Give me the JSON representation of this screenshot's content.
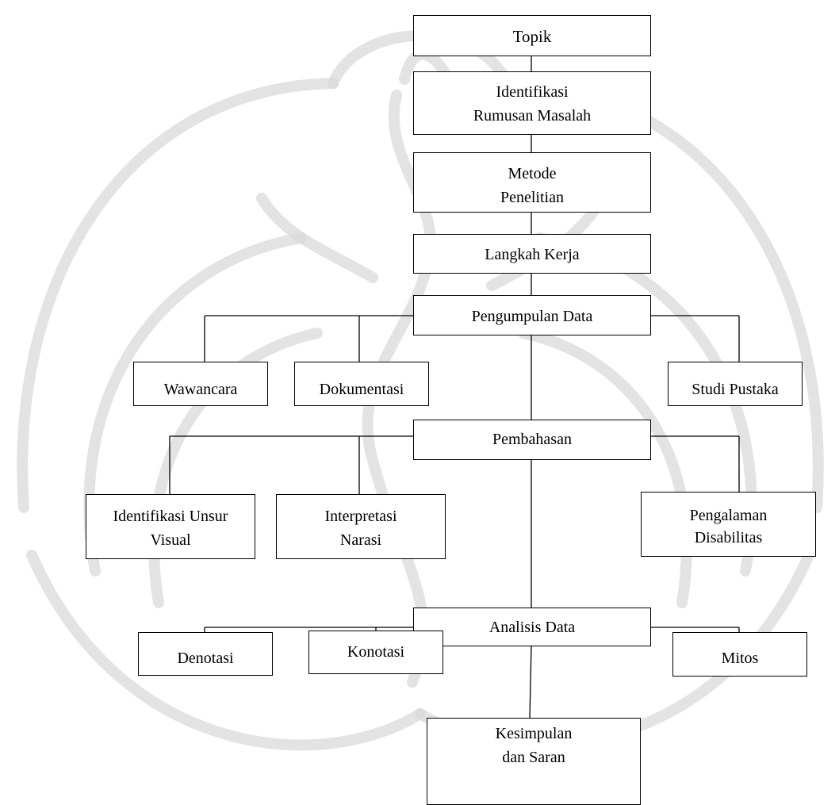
{
  "boxes": {
    "topik": {
      "lines": [
        "Topik"
      ]
    },
    "identifikasi": {
      "lines": [
        "Identifikasi",
        "Rumusan Masalah"
      ]
    },
    "metode": {
      "lines": [
        "Metode",
        "Penelitian"
      ]
    },
    "langkah": {
      "lines": [
        "Langkah Kerja"
      ]
    },
    "pengumpulan": {
      "lines": [
        "Pengumpulan Data"
      ]
    },
    "wawancara": {
      "lines": [
        "Wawancara"
      ]
    },
    "dokumentasi": {
      "lines": [
        "Dokumentasi"
      ]
    },
    "studi": {
      "lines": [
        "Studi Pustaka"
      ]
    },
    "pembahasan": {
      "lines": [
        "Pembahasan"
      ]
    },
    "unsur": {
      "lines": [
        "Identifikasi Unsur",
        "Visual"
      ]
    },
    "interpretasi": {
      "lines": [
        "Interpretasi",
        "Narasi"
      ]
    },
    "pengalaman": {
      "lines": [
        "Pengalaman",
        "Disabilitas"
      ]
    },
    "analisis": {
      "lines": [
        "Analisis Data"
      ]
    },
    "denotasi": {
      "lines": [
        "Denotasi"
      ]
    },
    "konotasi": {
      "lines": [
        "Konotasi"
      ]
    },
    "mitos": {
      "lines": [
        "Mitos"
      ]
    },
    "kesimpulan": {
      "lines": [
        "Kesimpulan",
        "dan Saran"
      ]
    }
  },
  "colors": {
    "line": "#000000",
    "box_border": "#000000",
    "watermark": "#d9d9d9"
  },
  "watermark": {
    "icon": "university-emblem-watermark"
  }
}
